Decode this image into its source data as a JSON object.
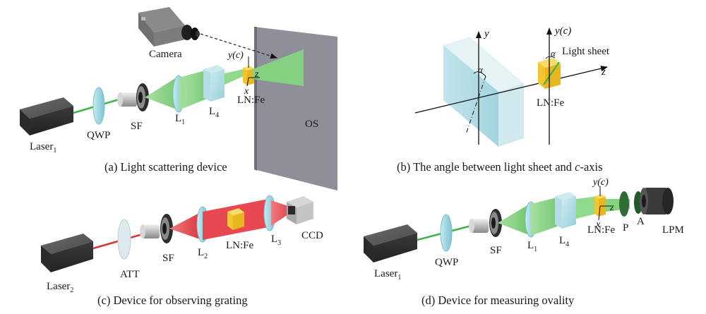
{
  "panels": {
    "a": {
      "caption": "(a) Light scattering device",
      "labels": {
        "camera": "Camera",
        "laser": "Laser",
        "laser_sub": "1",
        "qwp": "QWP",
        "sf": "SF",
        "l1": "L",
        "l1_sub": "1",
        "l4": "L",
        "l4_sub": "4",
        "crystal": "LN:Fe",
        "os": "OS",
        "axis_y": "y(c)",
        "axis_z": "z",
        "axis_x": "x"
      }
    },
    "b": {
      "caption_pre": "(b) The angle between light sheet and ",
      "caption_italic": "c",
      "caption_post": "-axis",
      "labels": {
        "axis_y": "y",
        "axis_yc": "y(c)",
        "axis_z": "z",
        "alpha_1": "α",
        "alpha_2": "α",
        "light_sheet": "Light sheet",
        "crystal": "LN:Fe"
      }
    },
    "c": {
      "caption": "(c) Device for observing grating",
      "labels": {
        "laser": "Laser",
        "laser_sub": "2",
        "att": "ATT",
        "sf": "SF",
        "l2": "L",
        "l2_sub": "2",
        "crystal": "LN:Fe",
        "l3": "L",
        "l3_sub": "3",
        "ccd": "CCD"
      }
    },
    "d": {
      "caption": "(d) Device for measuring ovality",
      "labels": {
        "laser": "Laser",
        "laser_sub": "1",
        "qwp": "QWP",
        "sf": "SF",
        "l1": "L",
        "l1_sub": "1",
        "l4": "L",
        "l4_sub": "4",
        "crystal": "LN:Fe",
        "p": "P",
        "a": "A",
        "lpm": "LPM",
        "axis_y": "y(c)",
        "axis_z": "z",
        "axis_x": "x"
      }
    }
  },
  "colors": {
    "green_beam": "#86d47f",
    "red_beam": "#e8484f",
    "lens": "#a7dce6",
    "crystal": "#f2c531",
    "screen": "#8e8f98",
    "laser_box": "#3d3d3d"
  }
}
